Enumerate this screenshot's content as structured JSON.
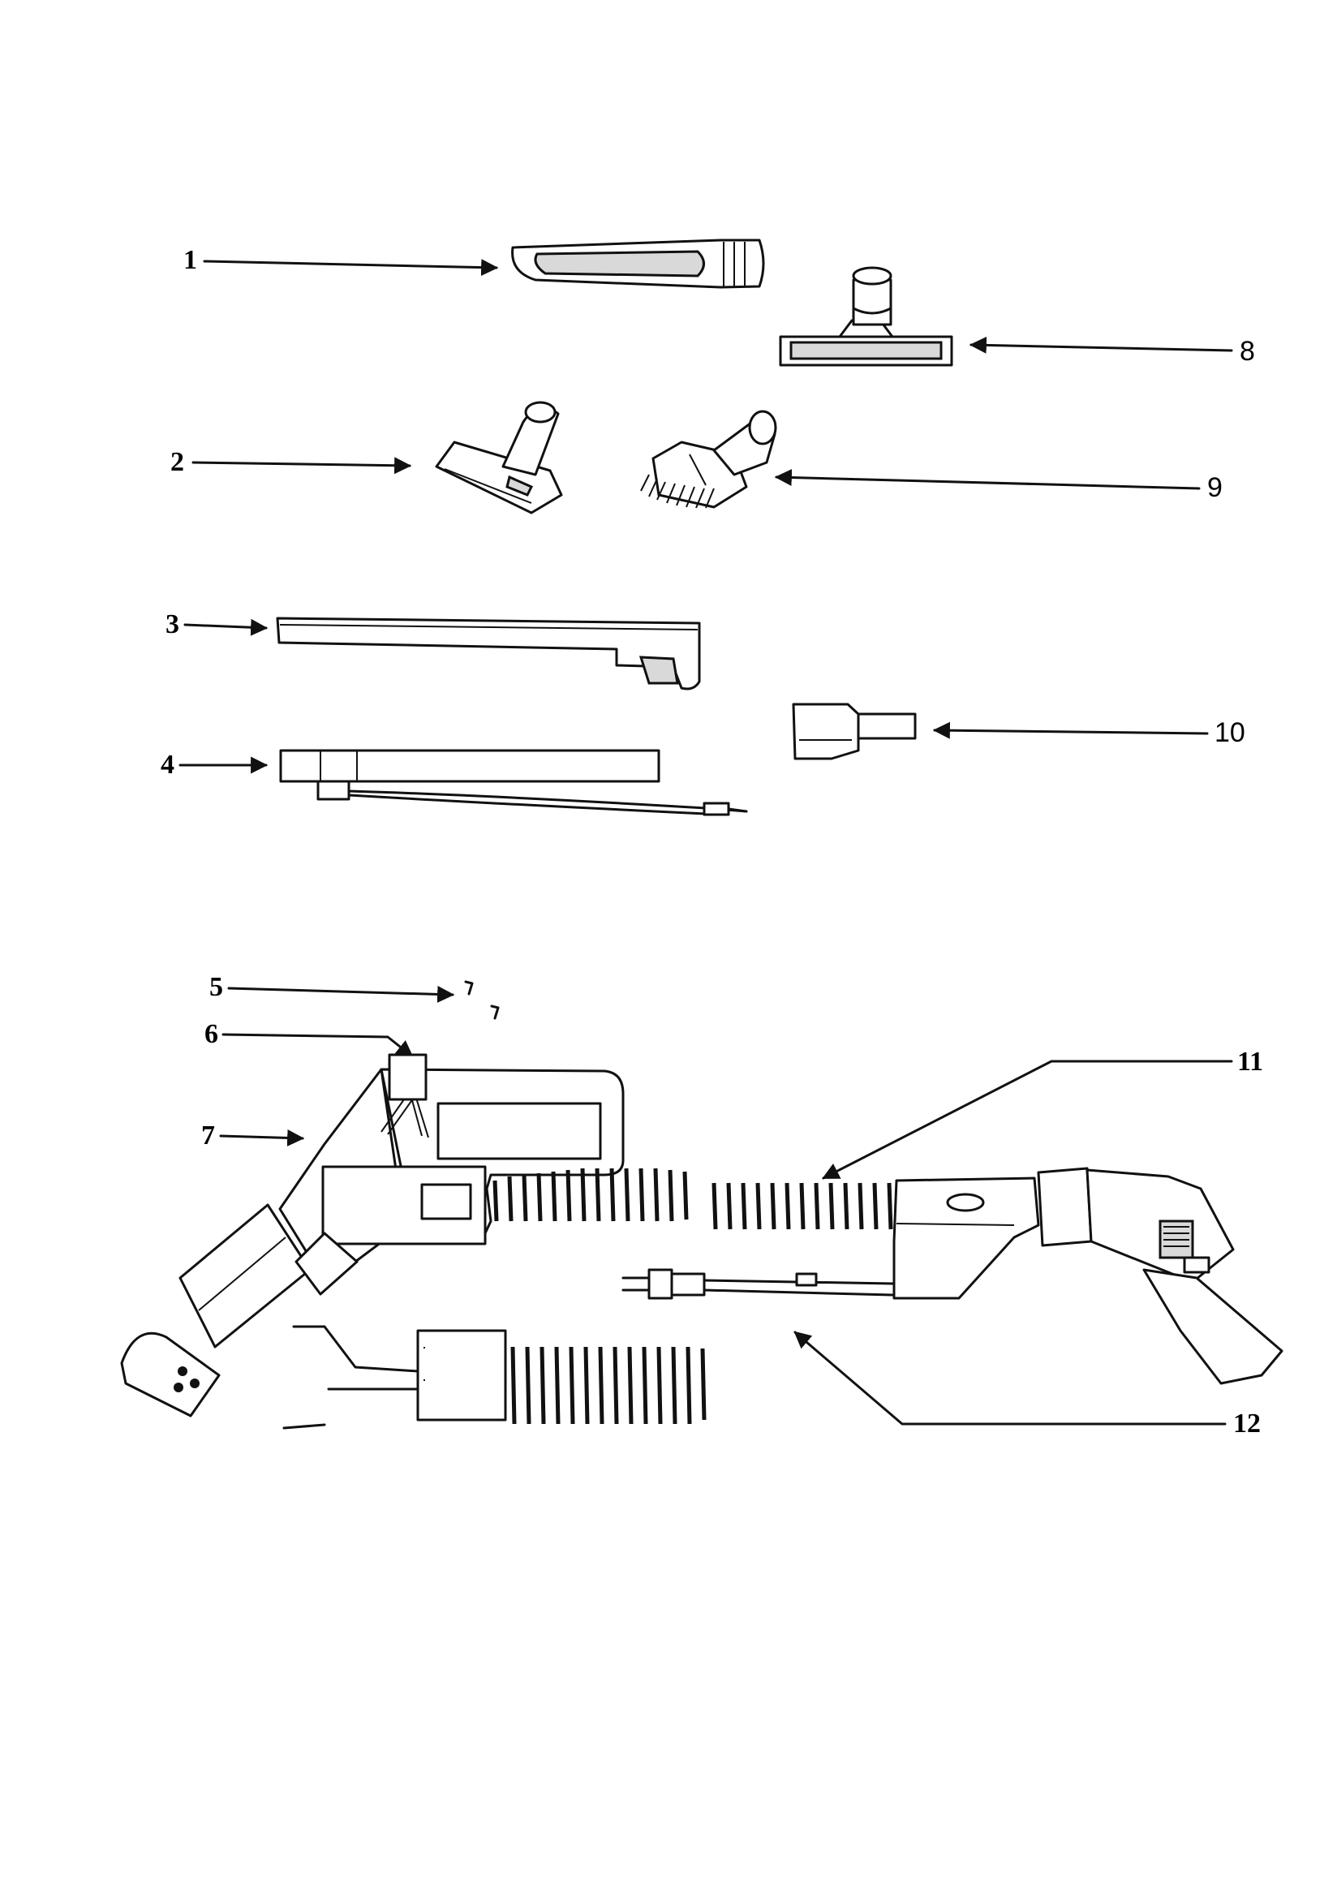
{
  "callouts": {
    "c1": "1",
    "c2": "2",
    "c3": "3",
    "c4": "4",
    "c5": "5",
    "c6": "6",
    "c7": "7",
    "c8": "8",
    "c9": "9",
    "c10": "10",
    "c11": "11",
    "c12": "12"
  },
  "icons": {
    "part1": "crevice-tool-icon",
    "part2": "upholstery-tool-icon",
    "part3": "extension-wand-icon",
    "part4": "wired-wand-icon",
    "part5": "screw-icon",
    "part6": "switch-icon",
    "part7": "hose-handle-icon",
    "part8": "floor-tool-icon",
    "part9": "dusting-brush-icon",
    "part10": "adapter-icon",
    "part11": "hose-icon",
    "part12": "cord-icon"
  }
}
